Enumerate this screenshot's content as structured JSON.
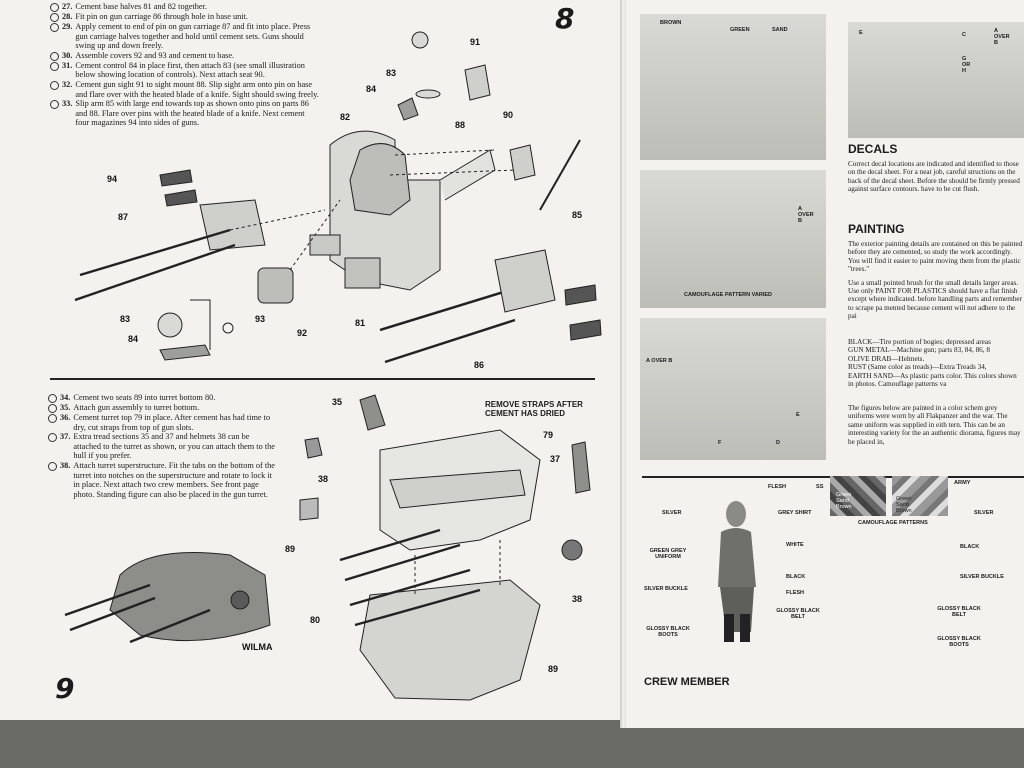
{
  "left_page": {
    "top_steps": [
      {
        "num": "27.",
        "text": "Cement base halves 81 and 82 together."
      },
      {
        "num": "28.",
        "text": "Fit pin on gun carriage 86 through hole in base unit."
      },
      {
        "num": "29.",
        "text": "Apply cement to end of pin on gun carriage 87 and fit into place. Press gun carriage halves together and hold until cement sets. Guns should swing up and down freely."
      },
      {
        "num": "30.",
        "text": "Assemble covers 92 and 93 and cement to base."
      },
      {
        "num": "31.",
        "text": "Cement control 84 in place first, then attach 83 (see small illustration below showing location of controls). Next attach seat 90."
      },
      {
        "num": "32.",
        "text": "Cement gun sight 91 to sight mount 88. Slip sight arm onto pin on base and flare over with the heated blade of a knife. Sight should swing freely."
      },
      {
        "num": "33.",
        "text": "Slip arm 85 with large end towards top as shown onto pins on parts 86 and 88. Flare over pins with the heated blade of a knife. Next cement four magazines 94 into sides of guns."
      }
    ],
    "page_number_top": "8",
    "top_part_labels": [
      "91",
      "83",
      "84",
      "88",
      "90",
      "82",
      "94",
      "87",
      "85",
      "83",
      "84",
      "93",
      "92",
      "81",
      "86"
    ],
    "bottom_steps": [
      {
        "num": "34.",
        "text": "Cement two seats 89 into turret bottom 80."
      },
      {
        "num": "35.",
        "text": "Attach gun assembly to turret bottom."
      },
      {
        "num": "36.",
        "text": "Cement turret top 79 in place. After cement has had time to dry, cut straps from top of gun slots."
      },
      {
        "num": "37.",
        "text": "Extra tread sections 35 and 37 and helmets 38 can be attached to the turret as shown, or you can attach them to the hull if you prefer."
      },
      {
        "num": "38.",
        "text": "Attach turret superstructure. Fit the tabs on the bottom of the turret into notches on the superstructure and rotate to lock it in place. Next attach two crew members. See front page photo. Standing figure can also be placed in the gun turret."
      }
    ],
    "strap_note": "REMOVE STRAPS AFTER CEMENT HAS DRIED",
    "bottom_part_labels": [
      "35",
      "79",
      "37",
      "38",
      "89",
      "38",
      "80",
      "89"
    ],
    "page_number_bottom": "9",
    "vehicle_marking": "WILMA"
  },
  "right_page": {
    "photo1_labels": [
      "BROWN",
      "GREEN",
      "SAND"
    ],
    "photo2_labels": [
      "E",
      "C",
      "G OR H",
      "A OVER B"
    ],
    "photo3_label": "A OVER B",
    "photo3_caption": "CAMOUFLAGE PATTERN VARIED",
    "photo4_labels": [
      "A OVER B",
      "E",
      "F",
      "D"
    ],
    "decals_heading": "DECALS",
    "decals_text": "Correct decal locations are indicated and identified to those on the decal sheet. For a neat job, careful structions on the back of the decal sheet. Before the should be firmly pressed against surface contours. have to be cut flush.",
    "painting_heading": "PAINTING",
    "painting_paragraphs": [
      "The exterior painting details are contained on this be painted before they are cemented, so study the work accordingly. You will find it easier to paint moving them from the plastic \"trees.\"",
      "Use a small pointed brush for the small details larger areas. Use only PAINT FOR PLASTICS should have a flat finish except where indicated. before handling parts and remember to scrape pa mented because cement will not adhere to the pai"
    ],
    "color_list": [
      "BLACK—Tire portion of bogies; depressed areas",
      "GUN METAL—Machine gun; parts 83, 84, 86, 8",
      "OLIVE DRAB—Helmets.",
      "RUST (Same color as treads)—Extra Treads 34,",
      "EARTH SAND—As plastic parts color. This colors shown in photos. Camouflage patterns va"
    ],
    "figures_text": "The figures below are painted in a color schem grey uniforms were worn by all Flakpanzer and the war. The same uniform was supplied in eith tern. This can be an interesting variety for the an authentic diorama, figures may be placed in,",
    "crew_labels": [
      "FLESH",
      "SILVER",
      "GREY SHIRT",
      "WHITE",
      "GREEN GREY UNIFORM",
      "BLACK",
      "FLESH",
      "SILVER BUCKLE",
      "GLOSSY BLACK BELT",
      "GLOSSY BLACK BOOTS"
    ],
    "ss_label": "SS",
    "army_label": "ARMY",
    "swatch1_text": [
      "Green",
      "Sand",
      "Brown"
    ],
    "swatch2_text": [
      "Green",
      "Sand",
      "Brown"
    ],
    "camo_caption": "CAMOUFLAGE PATTERNS",
    "crew_heading": "CREW MEMBER",
    "army_labels": [
      "SILVER",
      "BLACK",
      "SILVER BUCKLE",
      "GLOSSY BLACK BELT",
      "GLOSSY BLACK BOOTS"
    ]
  }
}
